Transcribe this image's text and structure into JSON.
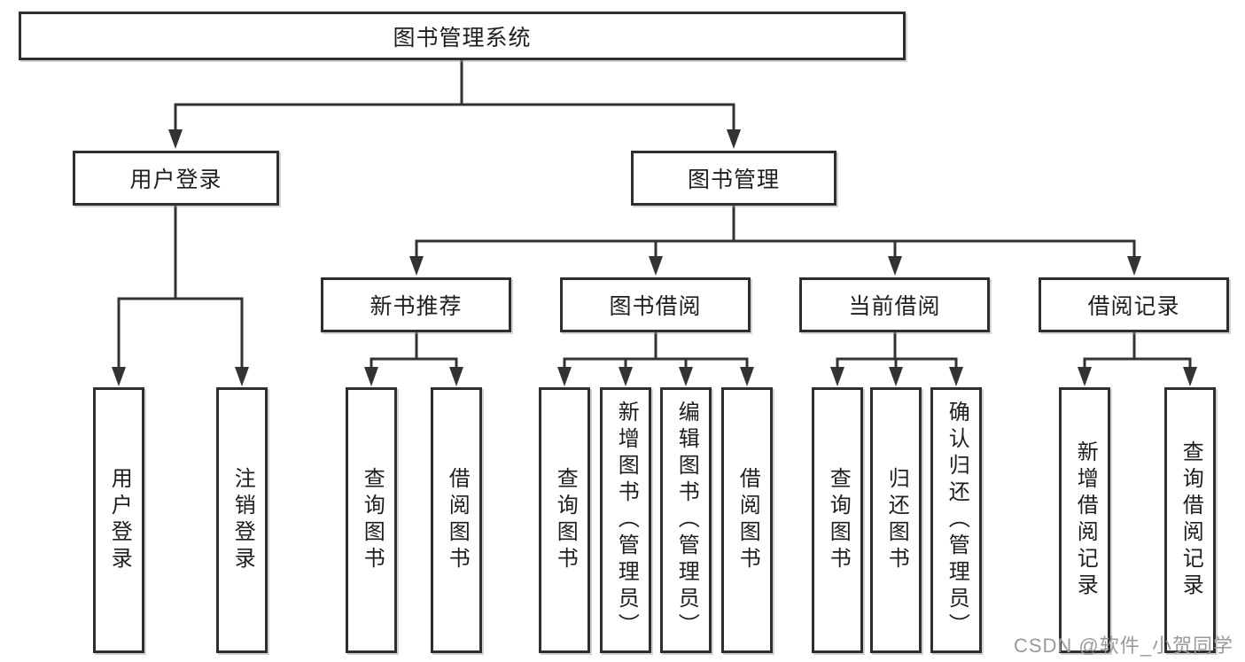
{
  "root": {
    "label": "图书管理系统"
  },
  "branches": [
    {
      "label": "用户登录",
      "children": [
        {
          "label": "用户登录"
        },
        {
          "label": "注销登录"
        }
      ]
    },
    {
      "label": "图书管理",
      "groups": [
        {
          "label": "新书推荐",
          "children": [
            {
              "label": "查询图书"
            },
            {
              "label": "借阅图书"
            }
          ]
        },
        {
          "label": "图书借阅",
          "children": [
            {
              "label": "查询图书"
            },
            {
              "label": "新增图书（管理员）"
            },
            {
              "label": "编辑图书（管理员）"
            },
            {
              "label": "借阅图书"
            }
          ]
        },
        {
          "label": "当前借阅",
          "children": [
            {
              "label": "查询图书"
            },
            {
              "label": "归还图书"
            },
            {
              "label": "确认归还（管理员）"
            }
          ]
        },
        {
          "label": "借阅记录",
          "children": [
            {
              "label": "新增借阅记录"
            },
            {
              "label": "查询借阅记录"
            }
          ]
        }
      ]
    }
  ],
  "watermark": {
    "text": "CSDN @软件_小贺同学"
  },
  "colors": {
    "line": "#333333",
    "box_border": "#2e2e2e",
    "text": "#1e1e1e",
    "watermark": "#9a9a9a",
    "background": "#ffffff"
  }
}
